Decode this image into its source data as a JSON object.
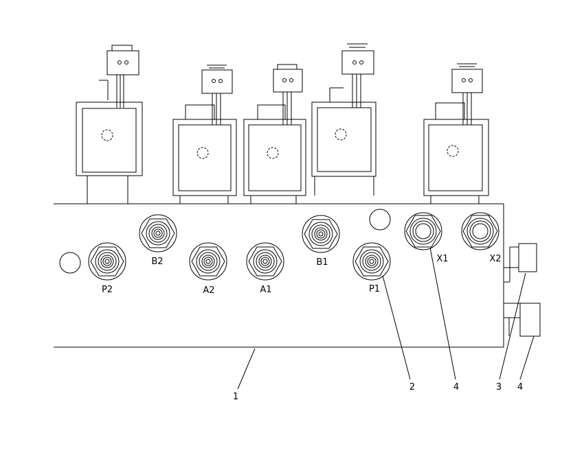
{
  "diagram": {
    "port_labels": {
      "p2": "P2",
      "b2": "B2",
      "a2": "A2",
      "a1": "A1",
      "b1": "B1",
      "p1": "P1",
      "x1": "X1",
      "x2": "X2"
    },
    "callouts": {
      "c1": "1",
      "c2": "2",
      "c4a": "4",
      "c3": "3",
      "c4b": "4"
    }
  }
}
